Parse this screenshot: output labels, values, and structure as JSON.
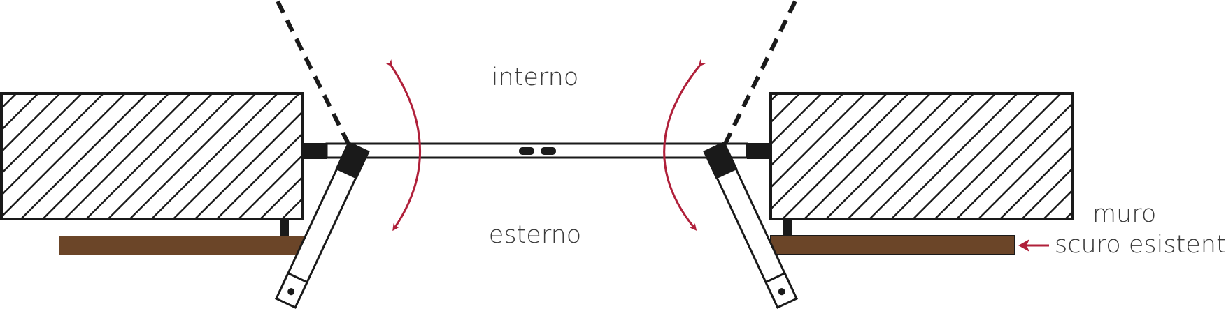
{
  "labels": {
    "interno": "interno",
    "esterno": "esterno",
    "muro": "muro",
    "scuro_esistente": "scuro esistente"
  },
  "colors": {
    "line": "#1a1a1a",
    "hatch": "#1a1a1a",
    "arrow": "#b0203a",
    "shutter": "#6b4528",
    "background": "#ffffff"
  },
  "icons": {
    "swing_arrow": "curved-double-arrow",
    "pointer_arrow": "left-arrow",
    "pivot": "circle-dot"
  }
}
